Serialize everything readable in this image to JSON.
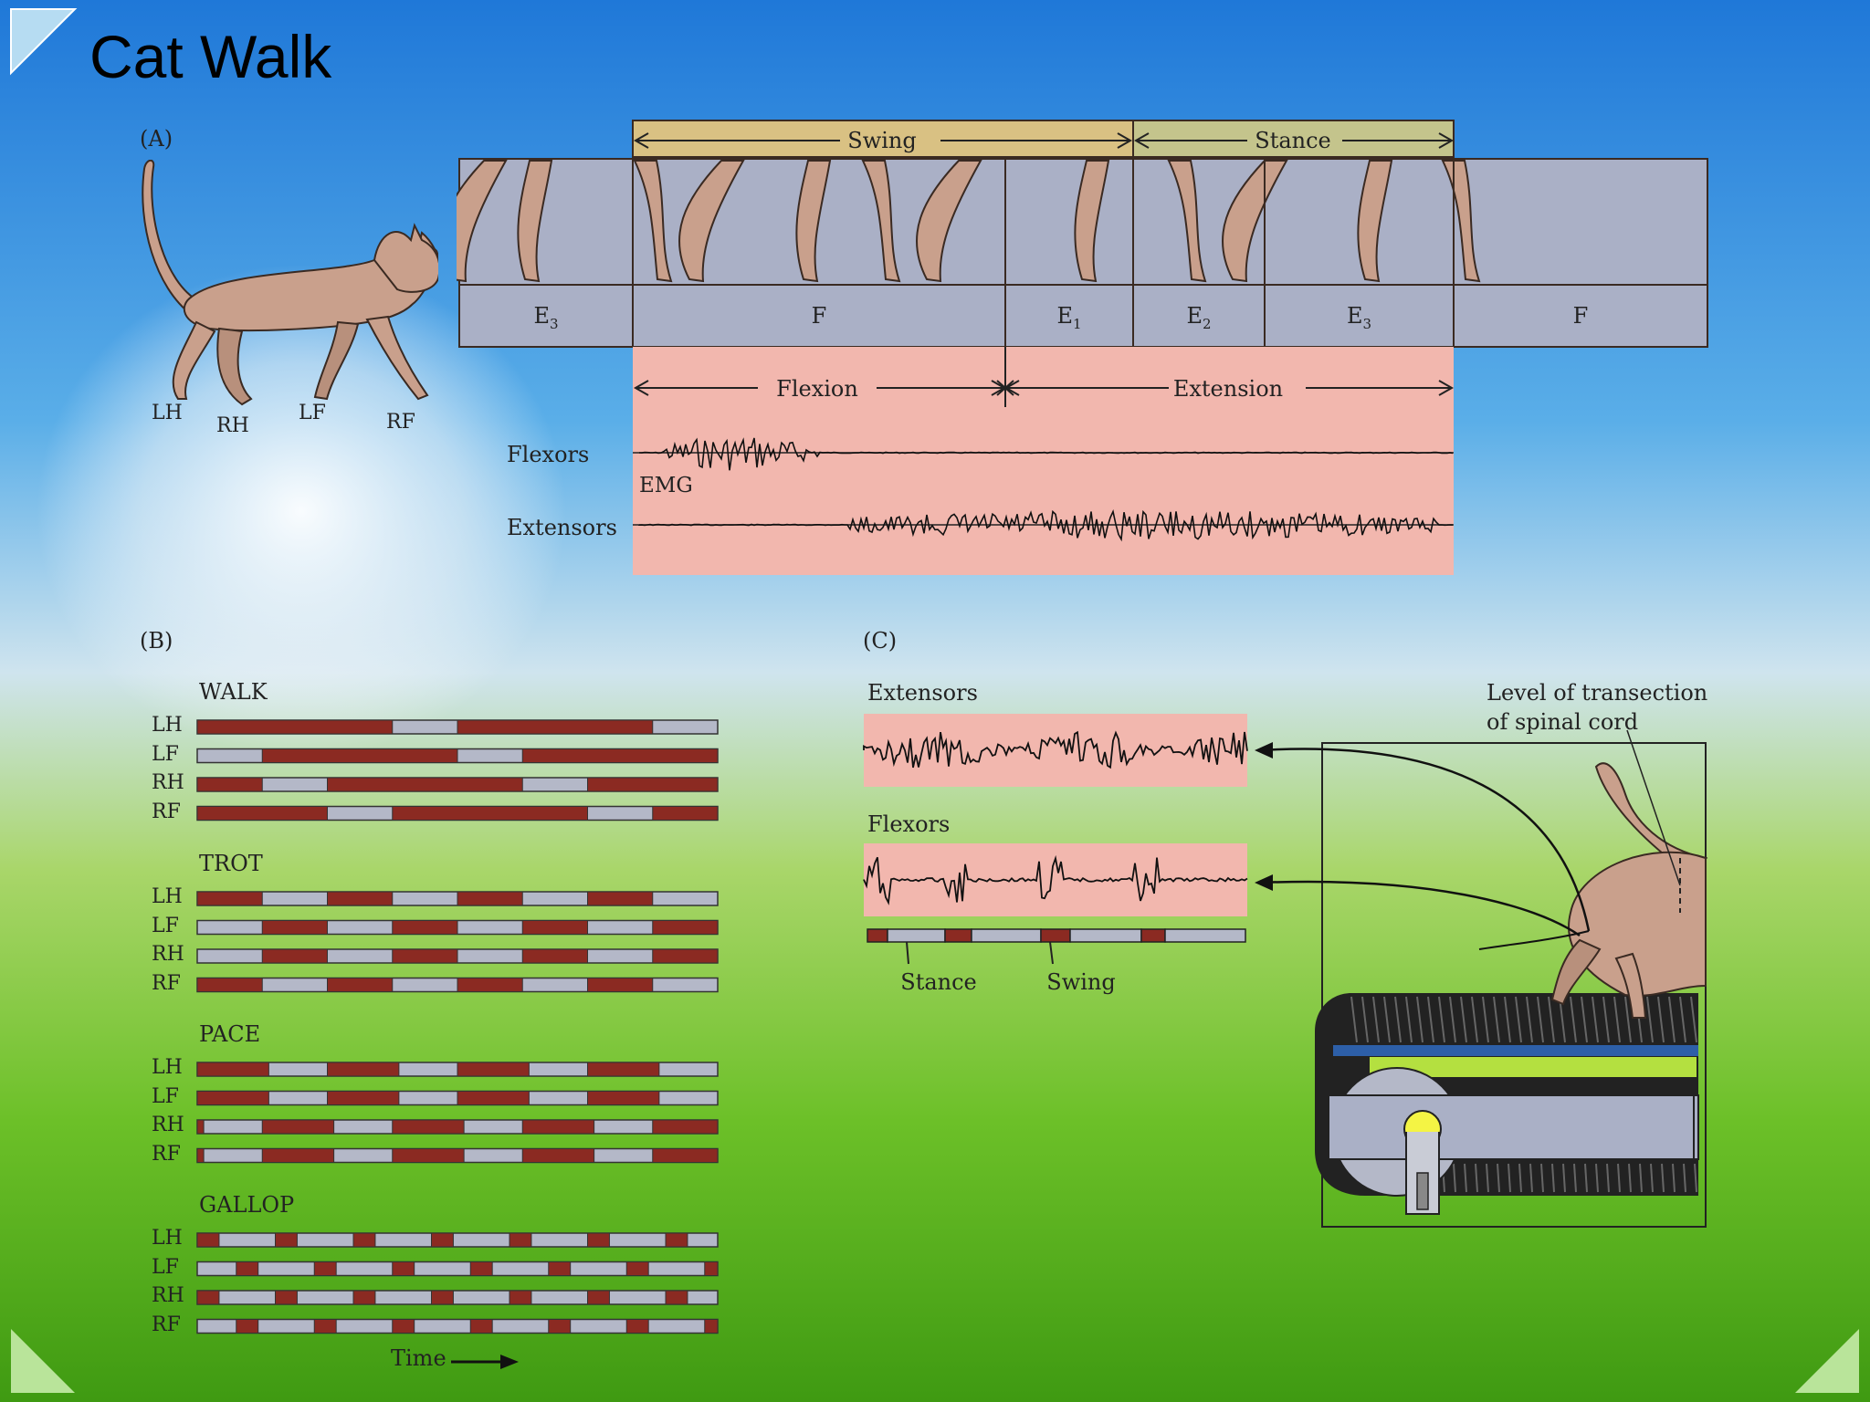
{
  "slide": {
    "title": "Cat Walk"
  },
  "panel_a": {
    "letter": "(A)",
    "limbs": [
      "LH",
      "RH",
      "LF",
      "RF"
    ],
    "phases_top": [
      "Swing",
      "Stance"
    ],
    "segments": [
      {
        "name": "E",
        "sub": "3"
      },
      {
        "name": "F",
        "sub": ""
      },
      {
        "name": "E",
        "sub": "1"
      },
      {
        "name": "E",
        "sub": "2"
      },
      {
        "name": "E",
        "sub": "3"
      },
      {
        "name": "F",
        "sub": ""
      }
    ],
    "phases_bottom": [
      "Flexion",
      "Extension"
    ],
    "emg_label": "EMG",
    "trace_labels": [
      "Flexors",
      "Extensors"
    ]
  },
  "panel_b": {
    "letter": "(B)",
    "time_label": "Time",
    "limb_rows": [
      "LH",
      "LF",
      "RH",
      "RF"
    ],
    "gaits": [
      {
        "name": "WALK",
        "rows": [
          {
            "period": 0.5,
            "duty": 0.25,
            "phase": 0.0
          },
          {
            "period": 0.5,
            "duty": 0.25,
            "phase": 0.125
          },
          {
            "period": 0.5,
            "duty": 0.25,
            "phase": 0.25
          },
          {
            "period": 0.5,
            "duty": 0.25,
            "phase": 0.375
          }
        ]
      },
      {
        "name": "TROT",
        "rows": [
          {
            "period": 0.25,
            "duty": 0.5,
            "phase": 0.0
          },
          {
            "period": 0.25,
            "duty": 0.5,
            "phase": 0.125
          },
          {
            "period": 0.25,
            "duty": 0.5,
            "phase": 0.125
          },
          {
            "period": 0.25,
            "duty": 0.5,
            "phase": 0.0
          }
        ]
      },
      {
        "name": "PACE",
        "rows": [
          {
            "period": 0.25,
            "duty": 0.45,
            "phase": 0.0
          },
          {
            "period": 0.25,
            "duty": 0.45,
            "phase": 0.0
          },
          {
            "period": 0.25,
            "duty": 0.45,
            "phase": 0.125
          },
          {
            "period": 0.25,
            "duty": 0.45,
            "phase": 0.125
          }
        ]
      },
      {
        "name": "GALLOP",
        "rows": [
          {
            "period": 0.15,
            "duty": 0.72,
            "phase": 0.0
          },
          {
            "period": 0.15,
            "duty": 0.72,
            "phase": 0.075
          },
          {
            "period": 0.15,
            "duty": 0.72,
            "phase": 0.0
          },
          {
            "period": 0.15,
            "duty": 0.72,
            "phase": 0.075
          }
        ]
      }
    ]
  },
  "panel_c": {
    "letter": "(C)",
    "trace_labels": [
      "Extensors",
      "Flexors"
    ],
    "bar_labels": [
      "Stance",
      "Swing"
    ],
    "transection_label": [
      "Level of transection",
      "of spinal cord"
    ]
  },
  "colors": {
    "swing": "#8b2a22",
    "stance": "#b4b8c8",
    "emg_bg": "#f2b7ae",
    "strip": "#aab0c6"
  }
}
